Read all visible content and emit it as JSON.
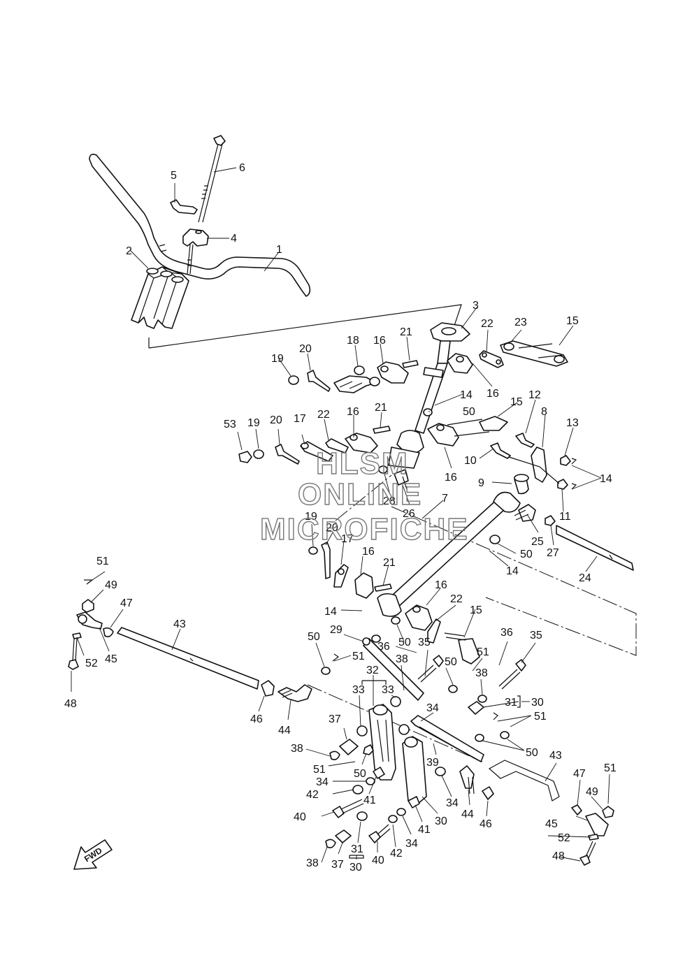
{
  "diagram": {
    "callouts": [
      {
        "text": "1"
      },
      {
        "text": "2"
      },
      {
        "text": "3"
      },
      {
        "text": "4"
      },
      {
        "text": "5"
      },
      {
        "text": "6"
      },
      {
        "text": "7"
      },
      {
        "text": "8"
      },
      {
        "text": "9"
      },
      {
        "text": "10"
      },
      {
        "text": "11"
      },
      {
        "text": "12"
      },
      {
        "text": "13"
      },
      {
        "text": "14"
      },
      {
        "text": "14"
      },
      {
        "text": "14"
      },
      {
        "text": "14"
      },
      {
        "text": "15"
      },
      {
        "text": "15"
      },
      {
        "text": "15"
      },
      {
        "text": "16"
      },
      {
        "text": "16"
      },
      {
        "text": "16"
      },
      {
        "text": "16"
      },
      {
        "text": "16"
      },
      {
        "text": "16"
      },
      {
        "text": "17"
      },
      {
        "text": "17"
      },
      {
        "text": "18"
      },
      {
        "text": "19"
      },
      {
        "text": "19"
      },
      {
        "text": "19"
      },
      {
        "text": "20"
      },
      {
        "text": "20"
      },
      {
        "text": "20"
      },
      {
        "text": "21"
      },
      {
        "text": "21"
      },
      {
        "text": "21"
      },
      {
        "text": "22"
      },
      {
        "text": "22"
      },
      {
        "text": "22"
      },
      {
        "text": "23"
      },
      {
        "text": "24"
      },
      {
        "text": "25"
      },
      {
        "text": "26"
      },
      {
        "text": "27"
      },
      {
        "text": "28"
      },
      {
        "text": "29"
      },
      {
        "text": "30"
      },
      {
        "text": "30"
      },
      {
        "text": "30"
      },
      {
        "text": "31"
      },
      {
        "text": "31"
      },
      {
        "text": "32"
      },
      {
        "text": "33"
      },
      {
        "text": "33"
      },
      {
        "text": "34"
      },
      {
        "text": "34"
      },
      {
        "text": "34"
      },
      {
        "text": "34"
      },
      {
        "text": "35"
      },
      {
        "text": "35"
      },
      {
        "text": "36"
      },
      {
        "text": "36"
      },
      {
        "text": "37"
      },
      {
        "text": "37"
      },
      {
        "text": "38"
      },
      {
        "text": "38"
      },
      {
        "text": "38"
      },
      {
        "text": "38"
      },
      {
        "text": "39"
      },
      {
        "text": "40"
      },
      {
        "text": "40"
      },
      {
        "text": "41"
      },
      {
        "text": "41"
      },
      {
        "text": "42"
      },
      {
        "text": "42"
      },
      {
        "text": "43"
      },
      {
        "text": "43"
      },
      {
        "text": "44"
      },
      {
        "text": "44"
      },
      {
        "text": "45"
      },
      {
        "text": "45"
      },
      {
        "text": "46"
      },
      {
        "text": "46"
      },
      {
        "text": "47"
      },
      {
        "text": "47"
      },
      {
        "text": "48"
      },
      {
        "text": "48"
      },
      {
        "text": "49"
      },
      {
        "text": "49"
      },
      {
        "text": "50"
      },
      {
        "text": "50"
      },
      {
        "text": "50"
      },
      {
        "text": "50"
      },
      {
        "text": "50"
      },
      {
        "text": "50"
      },
      {
        "text": "50"
      },
      {
        "text": "51"
      },
      {
        "text": "51"
      },
      {
        "text": "51"
      },
      {
        "text": "51"
      },
      {
        "text": "51"
      },
      {
        "text": "51"
      },
      {
        "text": "52"
      },
      {
        "text": "52"
      },
      {
        "text": "53"
      }
    ],
    "watermark": [
      "HLSM",
      "ONLINE",
      "MICROFICHE"
    ],
    "fwd_label": "FWD"
  }
}
